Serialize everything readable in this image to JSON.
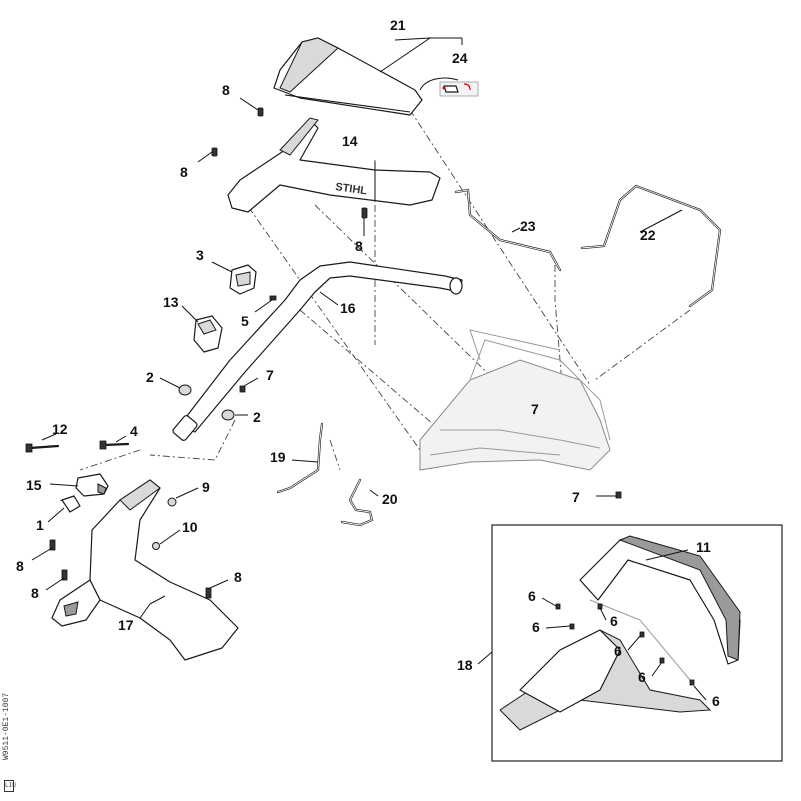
{
  "diagram": {
    "callouts": {
      "c1": "1",
      "c2a": "2",
      "c2b": "2",
      "c3": "3",
      "c4": "4",
      "c5": "5",
      "c6a": "6",
      "c6b": "6",
      "c6c": "6",
      "c6d": "6",
      "c6e": "6",
      "c6f": "6",
      "c7a": "7",
      "c7b": "7",
      "c7c": "7",
      "c8a": "8",
      "c8b": "8",
      "c8c": "8",
      "c8d": "8",
      "c8e": "8",
      "c8f": "8",
      "c9": "9",
      "c10": "10",
      "c11": "11",
      "c12": "12",
      "c13": "13",
      "c14": "14",
      "c15": "15",
      "c16": "16",
      "c17": "17",
      "c18": "18",
      "c19": "19",
      "c20": "20",
      "c21": "21",
      "c22": "22",
      "c23": "23",
      "c24": "24"
    },
    "brand_text": "STIHL",
    "side_code": "W9511-0E1-1007",
    "corner_tag": "LIU"
  }
}
